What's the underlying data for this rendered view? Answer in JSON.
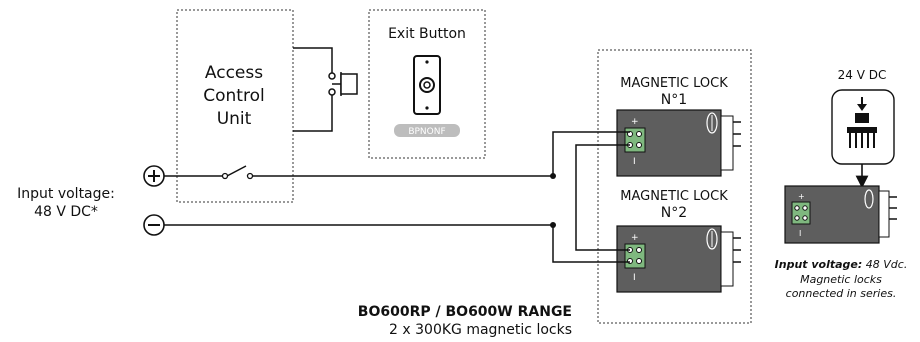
{
  "access_control": {
    "line1": "Access",
    "line2": "Control",
    "line3": "Unit"
  },
  "exit_button": {
    "title": "Exit Button",
    "badge": "BPNONF"
  },
  "lock1": {
    "line1": "MAGNETIC LOCK",
    "line2": "N°1"
  },
  "lock2": {
    "line1": "MAGNETIC LOCK",
    "line2": "N°2"
  },
  "input": {
    "label": "Input voltage:",
    "value": "48 V DC*"
  },
  "range": {
    "title": "BO600RP / BO600W RANGE",
    "subtitle": "2 x 300KG magnetic locks"
  },
  "side": {
    "voltage": "24 V DC",
    "note_bold": "Input voltage:",
    "note_value": " 48 Vdc.",
    "note_line2": "Magnetic locks",
    "note_line3": "connected in series."
  },
  "symbols": {
    "plus": "+",
    "minus": "−",
    "term_plus": "+",
    "term_minus": "I"
  },
  "colors": {
    "ink": "#111111",
    "lock_fill": "#5e5e5e",
    "terminal": "#7fb87f",
    "badge": "#bdbdbd"
  },
  "icons": [
    "plus-circle-icon",
    "minus-circle-icon",
    "switch-icon",
    "push-button-icon",
    "power-supply-icon",
    "arrow-down-icon"
  ]
}
